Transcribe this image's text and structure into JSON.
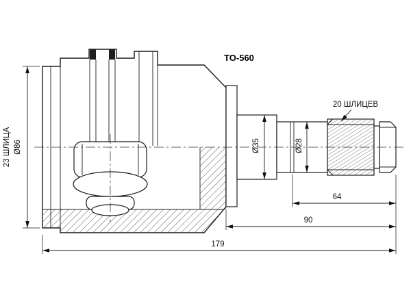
{
  "drawing": {
    "part_code": "TO-560",
    "ink_color": "#1b1b1b",
    "background_color": "#ffffff",
    "labels": {
      "left_splines": "23 ШЛИЦА",
      "left_diameter": "Ø86",
      "shaft_diameter_1": "Ø35",
      "shaft_diameter_2": "Ø28",
      "right_splines": "20 ШЛИЦЕВ"
    },
    "dimensions": {
      "spline_length": "64",
      "shaft_length": "90",
      "overall_length": "179"
    }
  }
}
